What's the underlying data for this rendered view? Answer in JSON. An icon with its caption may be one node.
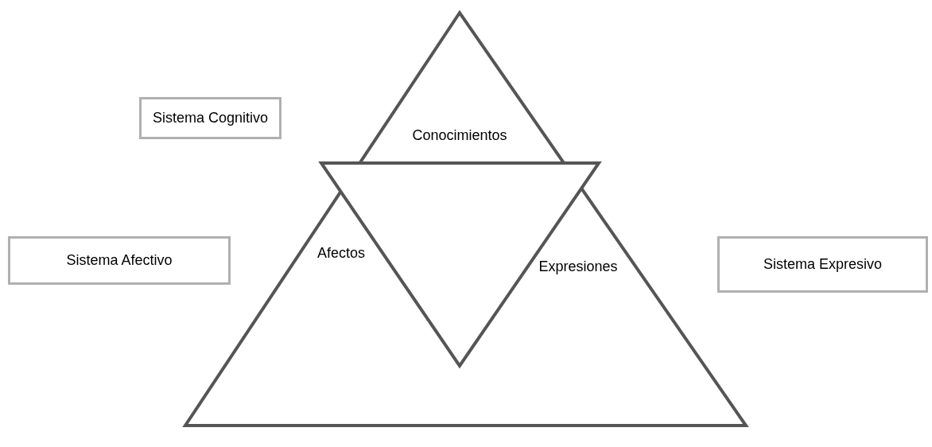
{
  "diagram": {
    "nodes": [
      {
        "text": [
          "Sistema Cognitivo"
        ]
      },
      {
        "text": [
          "Sistema Afectivo"
        ]
      },
      {
        "text": [
          "Sistema Expresivo"
        ]
      }
    ],
    "labels": [
      "Conocimientos",
      "Afectos",
      "Expresiones"
    ]
  }
}
